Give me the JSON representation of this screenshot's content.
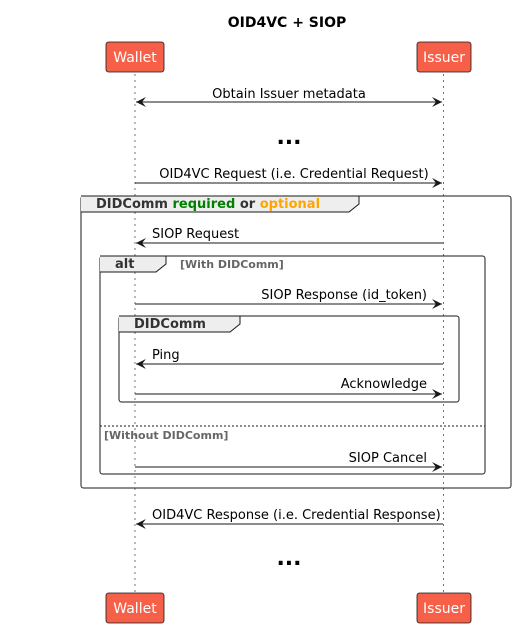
{
  "title": "OID4VC + SIOP",
  "participants": {
    "wallet": "Wallet",
    "issuer": "Issuer"
  },
  "messages": {
    "m1": "Obtain Issuer metadata",
    "m2": "OID4VC Request (i.e. Credential Request)",
    "m3": "SIOP Request",
    "m4": "SIOP Response (id_token)",
    "m5": "Ping",
    "m6": "Acknowledge",
    "m7": "SIOP Cancel",
    "m8": "OID4VC Response (i.e. Credential Response)"
  },
  "delays": {
    "d1": "...",
    "d2": "..."
  },
  "frames": {
    "outer": {
      "word1": "DIDComm",
      "word2": "required",
      "word3": "or",
      "word4": "optional",
      "color_required": "#008000",
      "color_optional": "#FFA500"
    },
    "alt": {
      "label": "alt",
      "cond1": "[With DIDComm]",
      "cond2": "[Without DIDComm]"
    },
    "inner": {
      "label": "DIDComm"
    }
  },
  "colors": {
    "actor_fill": "#F76048",
    "actor_border": "#181818",
    "line": "#181818"
  }
}
